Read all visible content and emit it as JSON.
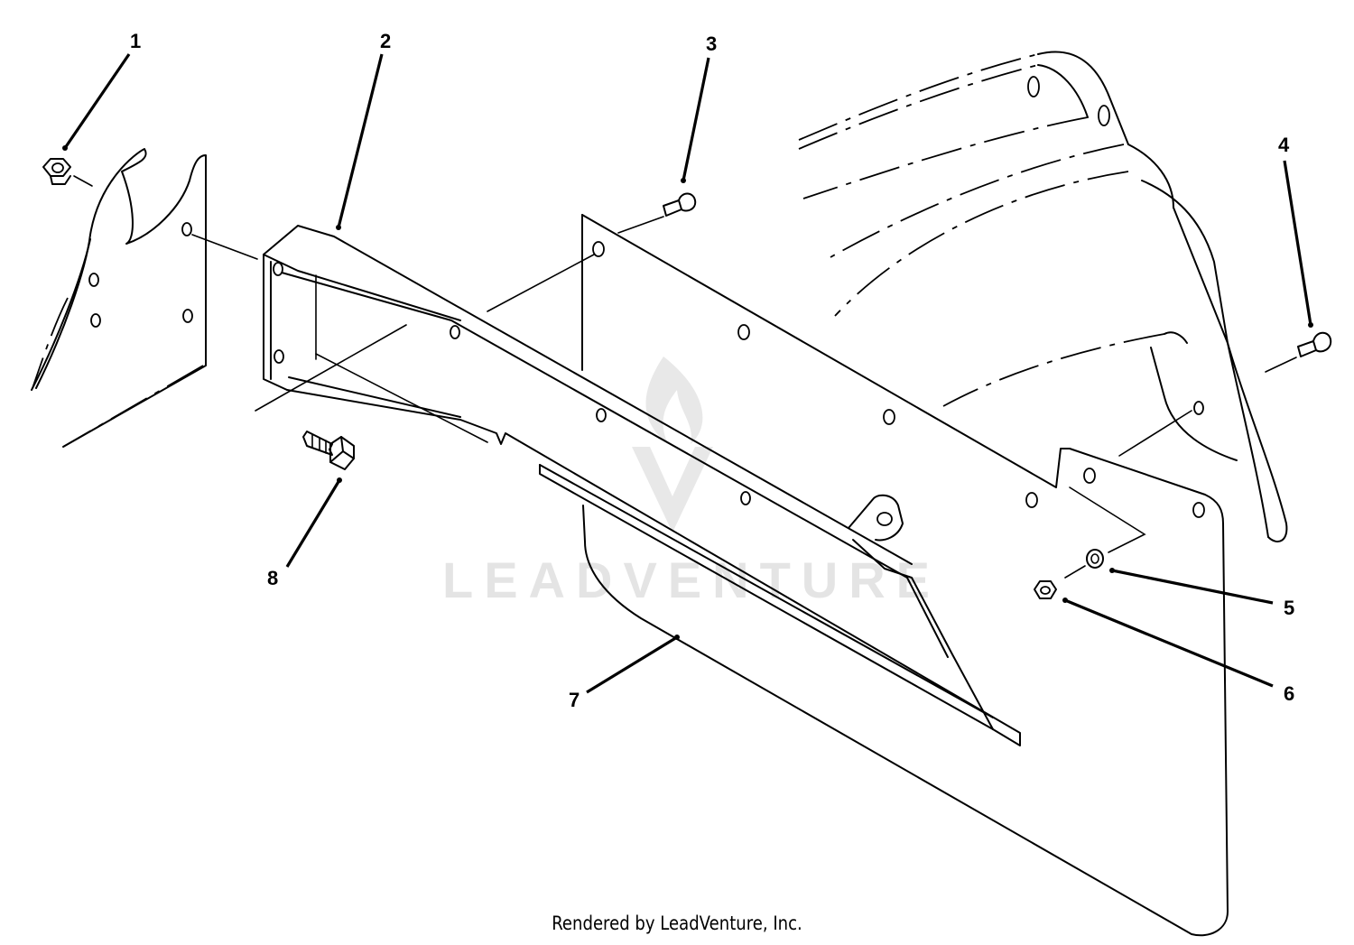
{
  "diagram": {
    "callouts": [
      {
        "id": "1",
        "label": "1"
      },
      {
        "id": "2",
        "label": "2"
      },
      {
        "id": "3",
        "label": "3"
      },
      {
        "id": "4",
        "label": "4"
      },
      {
        "id": "5",
        "label": "5"
      },
      {
        "id": "6",
        "label": "6"
      },
      {
        "id": "7",
        "label": "7"
      },
      {
        "id": "8",
        "label": "8"
      }
    ],
    "watermark": "LEADVENTURE",
    "footer": "Rendered by LeadVenture, Inc."
  }
}
